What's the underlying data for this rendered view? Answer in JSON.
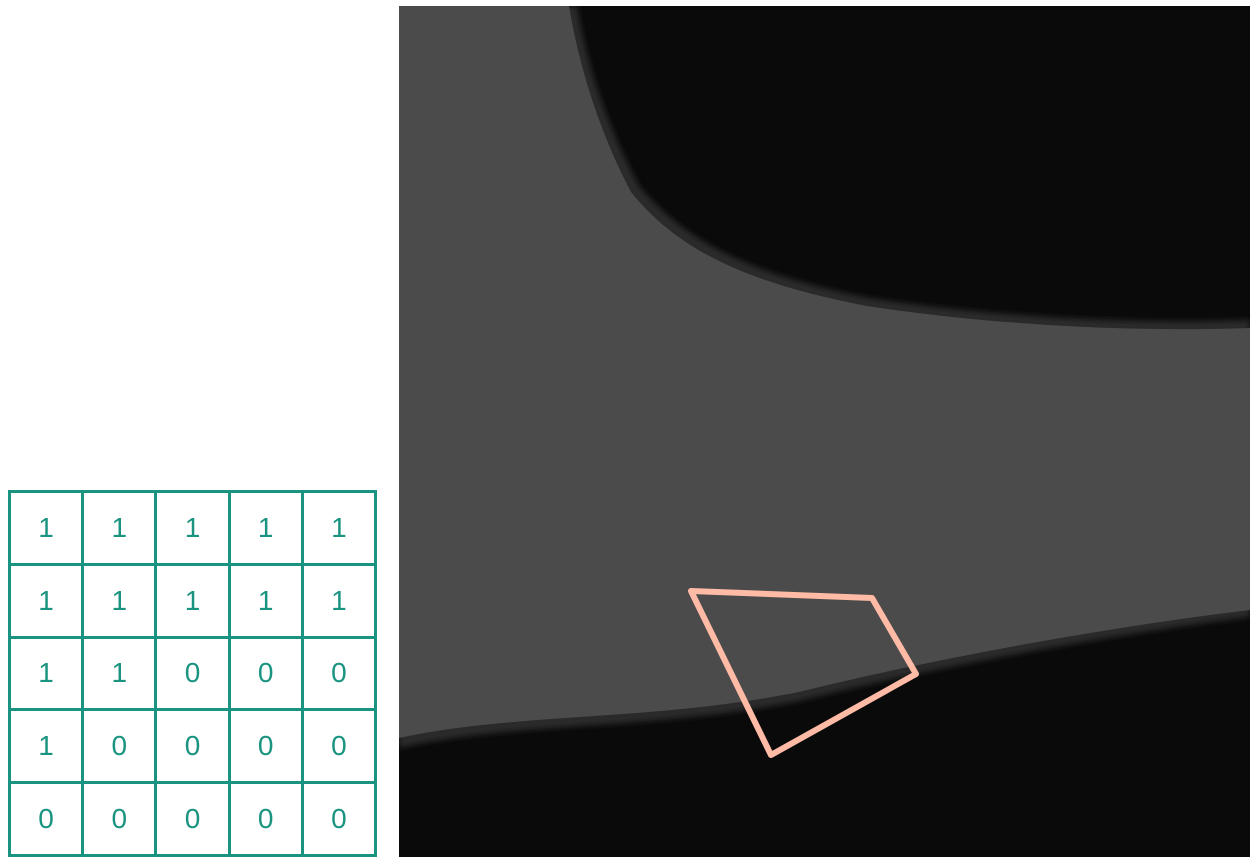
{
  "matrix": {
    "rows": [
      [
        "1",
        "1",
        "1",
        "1",
        "1"
      ],
      [
        "1",
        "1",
        "1",
        "1",
        "1"
      ],
      [
        "1",
        "1",
        "0",
        "0",
        "0"
      ],
      [
        "1",
        "0",
        "0",
        "0",
        "0"
      ],
      [
        "0",
        "0",
        "0",
        "0",
        "0"
      ]
    ],
    "color": "#1a9480"
  },
  "image": {
    "background_color": "#0a0a0a",
    "region_color": "#4b4b4b",
    "outline_color": "#ffbba6"
  }
}
